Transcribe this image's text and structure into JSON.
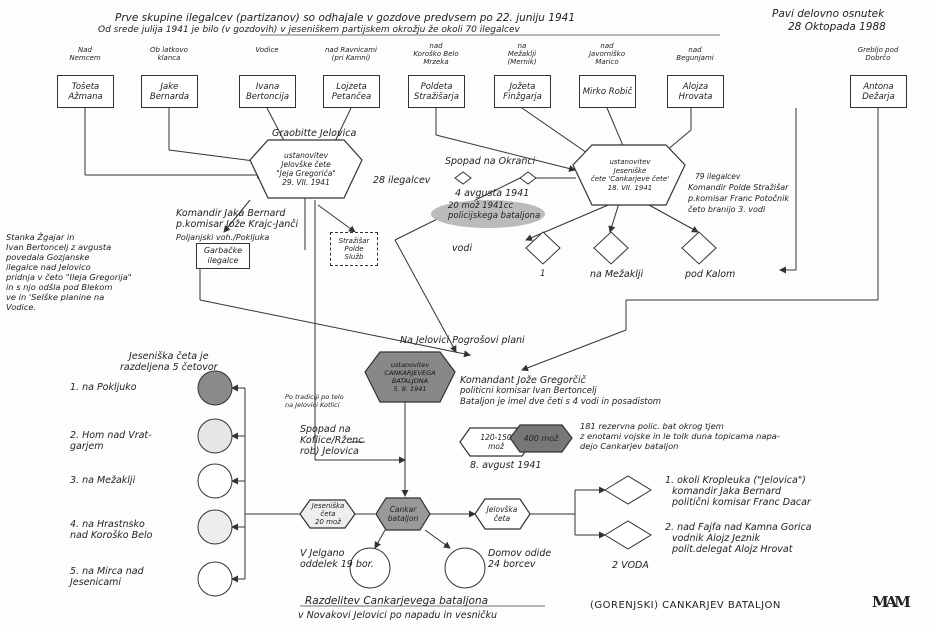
{
  "header": {
    "line1": "Prve skupine ilegalcev (partizanov) so odhajale v gozdove predvsem po 22. juniju 1941",
    "line2": "Od srede julija 1941 je bilo (v gozdovih) v jeseniškem partijskem okrožju že okoli 70 ilegalcev",
    "date_line1": "Pavi delovno osnutek",
    "date_line2": "28 Oktopada 1988"
  },
  "top_boxes": [
    {
      "label": "Nad\nNemcem",
      "text": "Tošeta\nAžmana"
    },
    {
      "label": "Ob latkovo\nklanca",
      "text": "Jake\nBernarda"
    },
    {
      "label": "Vodice",
      "text": "Ivana\nBertoncija"
    },
    {
      "label": "nad Ravnicami\n(pri Kamni)",
      "text": "Lojzeta\nPetančea"
    },
    {
      "label": "nad\nKoroško Belo\nMrzeka",
      "text": "Poldeta\nStražišarja"
    },
    {
      "label": "na\nMežaklji\n(Mernik)",
      "text": "Jožeta\nFinžgarja"
    },
    {
      "label": "nad\nJavorniško\nMarico",
      "text": "Mirko Robič"
    },
    {
      "label": "nad\nBegunjami",
      "text": "Alojza\nHrovata"
    },
    {
      "label": "Grebljo pod\nDobrčo",
      "text": "Antona\nDežarja"
    }
  ],
  "left_cluster": {
    "graobite_label": "Graobitte  Jelovica",
    "hex1": "ustanovitev\nJelovške čete\n\"Jeja Gregorića\"\n29. VII. 1941",
    "ilegalcev": "28 ilegalcev",
    "komandir": "Komandir  Jaka Bernard",
    "komisar": "p.komisar  Jože Krajc-Janči",
    "vojn": "Poljanjski voh./Pokljuka",
    "box1": "Garbačke\nilegalce",
    "box2": "Stražišar\nPolde\nSlužb",
    "note": "Stanka Žgajar in\nIvan Bertoncelj z avgusta\npovedala Gozjanske\nilegalce nad Jelovico\npridnja v četo \"Ileja Gregorija\"\nin s njo odšla pod Blekom\nve in 'Selške planine na\nVodice."
  },
  "right_cluster": {
    "spopad": "Spopad na Okranci",
    "aug": "4 avgusta 1941",
    "pol": "20 mož 1941cc\npolicijskega bataljona",
    "hex2": "ustanovitev\nJeseniške\nčete 'Cankarjeve čete'\n18. VII. 1941",
    "ilegal": "79 ilegalcev",
    "kom": "Komandir Polde Stražišar",
    "kom2": "p.komisar Franc Potočnik",
    "kom3": "četo branijo 3. vodi",
    "vodi": "vodi",
    "v1": "1",
    "v2": "na  Mežaklji",
    "v3": "pod  Kalom"
  },
  "center": {
    "na_jelovici": "Na Jelovici  Pogrošovi plani",
    "hex3": "ustanovitev\nCANKARJEVEGA\nBATALJONA\n5. 8. 1941",
    "partizani_note": "Po tradiciji po telo\nna Jelovici  Kotlici",
    "komandant": "Komandant  Jože Gregorčič",
    "komisar": "politicni komisar  Ivan Bertoncelj",
    "bataljon": "Bataljon je imel dve četi s 4 vodi in posadistom",
    "spopad": "Spopad na\nKoflice/Rženc\nrob) Jelovica",
    "hexm": "120-150\nmož",
    "hexd": "400 mož",
    "date2": "8. avgust 1941",
    "nem": "181 rezervna polic. bat okrog tjem\nz enotami vojske in le tolk duna topicama napa-\ndejo Cankarjev bataljon",
    "cank": "Cankar\nbataljon",
    "jes_ceta": "Jeseniška\nčeta\n20 mož",
    "jel_ceta": "Jelovška\nčeta",
    "vjelg": "V Jelgano\noddelek 19 bor.",
    "domov": "Domov odide\n24 borcev",
    "voda": "2 VODA",
    "c1a": "1. okoli Kropleuka (\"Jelovica\")",
    "c1b": "komandir Jaka Bernard",
    "c1c": "politični komisar  Franc Dacar",
    "c2a": "2. nad Fajfa nad Kamna Gorica",
    "c2b": "vodnik Alojz Jeznik",
    "c2c": "polit.delegat Alojz Hrovat"
  },
  "left_list": {
    "title": "Jeseniška četa je\nrazdeljena 5 četovor",
    "items": [
      "1. na  Pokljuko",
      "2. Hom nad Vrat-\ngarjem",
      "3. na  Mežaklji",
      "4. na  Hrastnsko\nnad Koroško Belo",
      "5. na  Mirca nad\nJesenicami"
    ]
  },
  "footer": {
    "bottom1": "Razdelitev Cankarjevega bataljona",
    "bottom2": "v Novakovi Jelovici po napadu in vesničku",
    "caption": "(GORENJSKI)  CANKARJEV  BATALJON",
    "monogram": "MAM"
  }
}
